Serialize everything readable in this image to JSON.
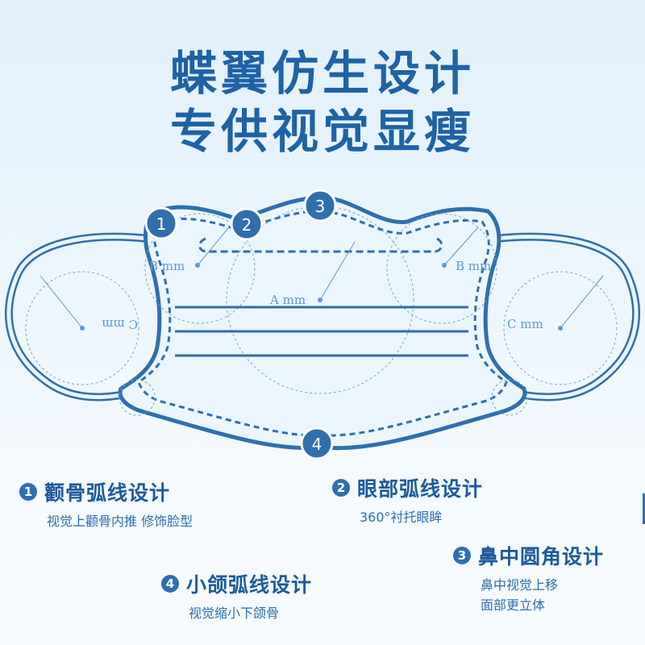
{
  "title_line1": "蝶翼仿生设计",
  "title_line2": "专供视觉显瘦",
  "diagram": {
    "markers": [
      "1",
      "2",
      "3",
      "4"
    ],
    "dim_a": "A mm",
    "dim_b_left": "B mm",
    "dim_b_right": "B mm",
    "dim_c_left": "C mm",
    "dim_c_right": "C mm"
  },
  "features": [
    {
      "number": "1",
      "title": "颧骨弧线设计",
      "desc": [
        "视觉上颧骨内推 修饰脸型"
      ]
    },
    {
      "number": "2",
      "title": "眼部弧线设计",
      "desc": [
        "360°衬托眼眸"
      ]
    },
    {
      "number": "3",
      "title": "鼻中圆角设计",
      "desc": [
        "鼻中视觉上移",
        "面部更立体"
      ]
    },
    {
      "number": "4",
      "title": "小颌弧线设计",
      "desc": [
        "视觉缩小下颌骨"
      ]
    }
  ],
  "colors": {
    "primary": "#1e63a5",
    "line": "#2f6fae",
    "accent_light": "#6fa8dc",
    "background": "#e6f2fb"
  }
}
